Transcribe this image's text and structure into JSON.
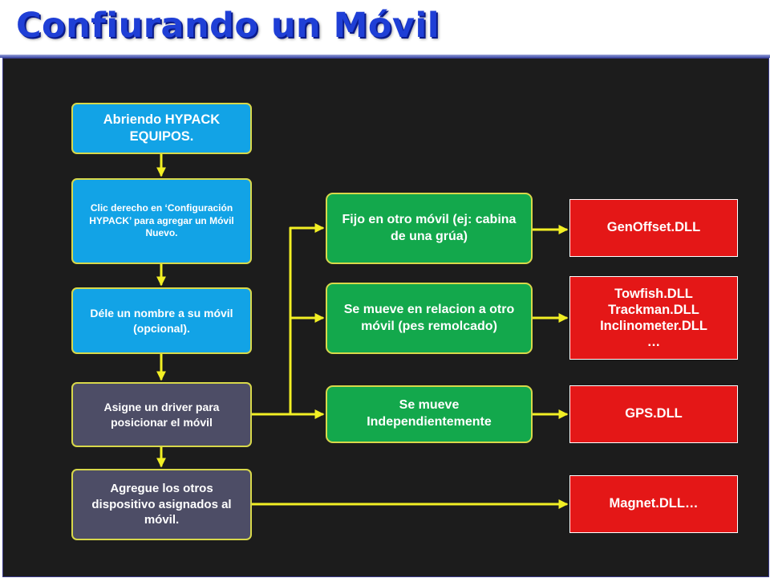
{
  "title": "Confiurando un Móvil",
  "flow": {
    "step1": "Abriendo HYPACK EQUIPOS.",
    "step2": "Clic derecho en ‘Configuración HYPACK’ para agregar un Móvil Nuevo.",
    "step3": "Déle un nombre a su móvil (opcional).",
    "step4": "Asigne un driver para posicionar el móvil",
    "step5": "Agregue los otros dispositivo asignados al móvil."
  },
  "options": {
    "fixed": "Fijo en otro móvil (ej: cabina de una grúa)",
    "relative": "Se mueve en relacion a otro móvil (pes remolcado)",
    "independent": "Se mueve Independientemente"
  },
  "drivers": {
    "genoffset": "GenOffset.DLL",
    "towed_lines": [
      "Towfish.DLL",
      "Trackman.DLL",
      "Inclinometer.DLL",
      "…"
    ],
    "gps": "GPS.DLL",
    "magnet": "Magnet.DLL…"
  },
  "colors": {
    "title": "#1f3fd6",
    "background": "#1c1c1c",
    "connector": "#f2ef24",
    "flow_box": "#12a3e6",
    "driver_step": "#4d4d66",
    "option_box": "#13a84c",
    "dll_box": "#e41717"
  }
}
